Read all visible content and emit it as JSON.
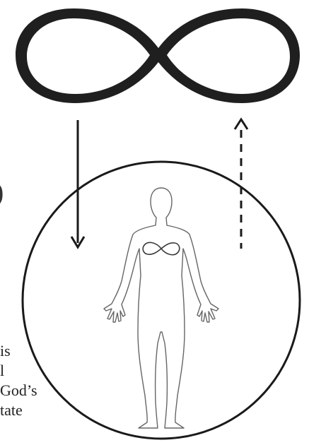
{
  "diagram": {
    "colors": {
      "stroke": "#1a1a1a",
      "infinity_fill": "#1f1f1f",
      "body_outline": "#666666",
      "background": "#ffffff"
    },
    "icons": {
      "top": "infinity-symbol",
      "center": "human-figure",
      "heart": "infinity-symbol",
      "arrow_down": "solid-arrow-down",
      "arrow_up": "dashed-arrow-up"
    }
  },
  "fragments": {
    "bracket": ")",
    "lines": [
      "is",
      "l",
      "God’s",
      "tate"
    ]
  }
}
